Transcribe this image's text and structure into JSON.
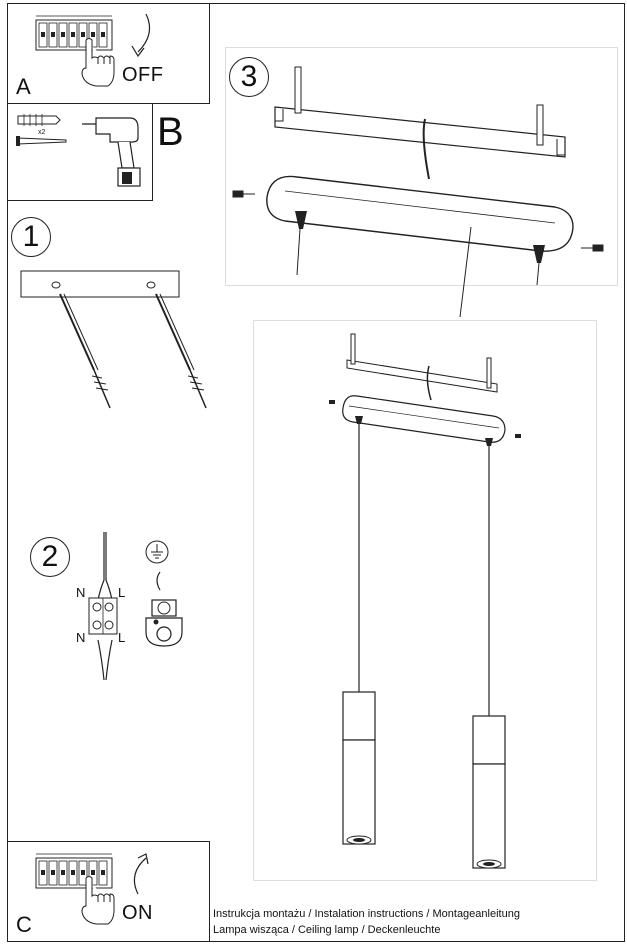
{
  "steps": {
    "a": {
      "letter": "A",
      "action": "OFF"
    },
    "b": {
      "letter": "B",
      "multiplier": "x2"
    },
    "c": {
      "letter": "C",
      "action": "ON"
    },
    "one": {
      "number": "1"
    },
    "two": {
      "number": "2",
      "neutral": "N",
      "live": "L"
    },
    "three": {
      "number": "3"
    }
  },
  "caption": {
    "line1": "Instrukcja montażu / Instalation instructions / Montageanleitung",
    "line2": "Lampa wisząca / Ceiling lamp / Deckenleuchte"
  },
  "icons": [
    "breaker-panel-icon",
    "hand-icon",
    "arrow-icon",
    "wall-plug-icon",
    "screw-icon",
    "drill-icon",
    "ground-symbol-icon",
    "terminal-block-icon"
  ]
}
